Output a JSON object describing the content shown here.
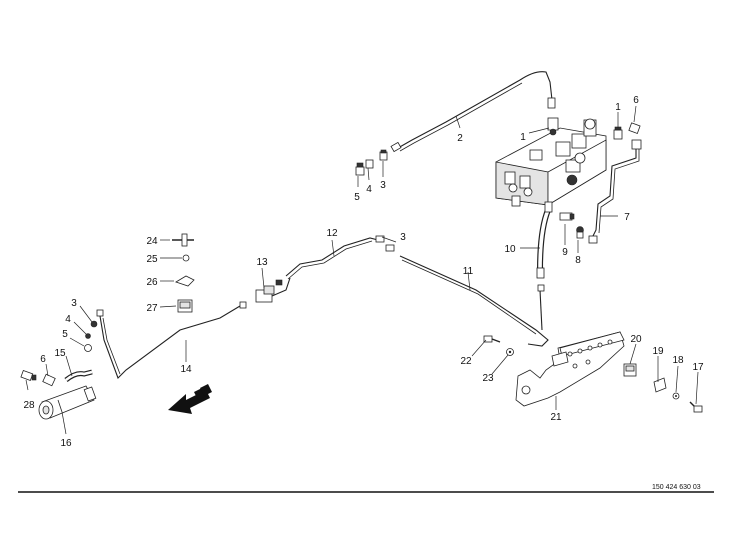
{
  "callouts": [
    "1",
    "2",
    "1",
    "6",
    "4",
    "5",
    "3",
    "7",
    "10",
    "9",
    "8",
    "3",
    "12",
    "13",
    "24",
    "25",
    "26",
    "27",
    "11",
    "3",
    "4",
    "5",
    "6",
    "15",
    "28",
    "14",
    "16",
    "20",
    "19",
    "18",
    "17",
    "22",
    "23",
    "21"
  ],
  "drawing_number": "150 424 630 03"
}
